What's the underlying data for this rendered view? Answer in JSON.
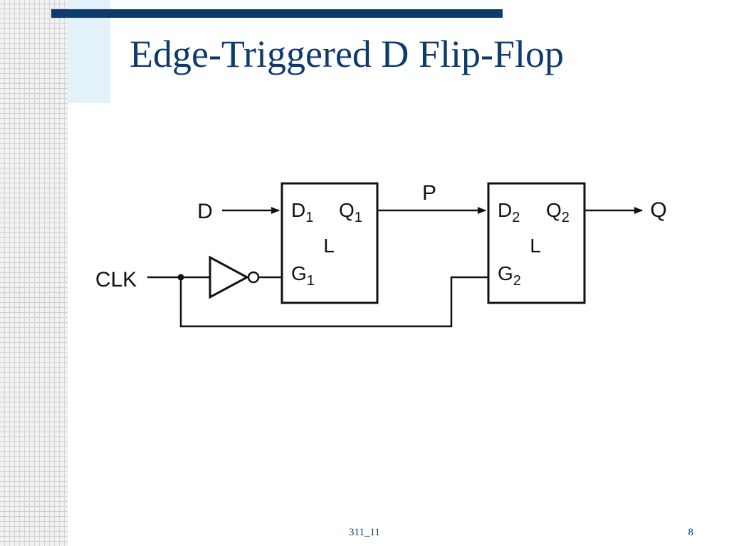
{
  "slide": {
    "title": "Edge-Triggered D Flip-Flop",
    "footer": "311_11",
    "page_number": "8",
    "accent_color": "#0e3a6e"
  },
  "diagram": {
    "inputs": {
      "d": "D",
      "clk": "CLK"
    },
    "output": "Q",
    "intermediate_signal": "P",
    "latches": [
      {
        "label": "L",
        "data_pin": {
          "letter": "D",
          "sub": "1"
        },
        "out_pin": {
          "letter": "Q",
          "sub": "1"
        },
        "gate_pin": {
          "letter": "G",
          "sub": "1"
        }
      },
      {
        "label": "L",
        "data_pin": {
          "letter": "D",
          "sub": "2"
        },
        "out_pin": {
          "letter": "Q",
          "sub": "2"
        },
        "gate_pin": {
          "letter": "G",
          "sub": "2"
        }
      }
    ],
    "inverter": "not-gate"
  }
}
